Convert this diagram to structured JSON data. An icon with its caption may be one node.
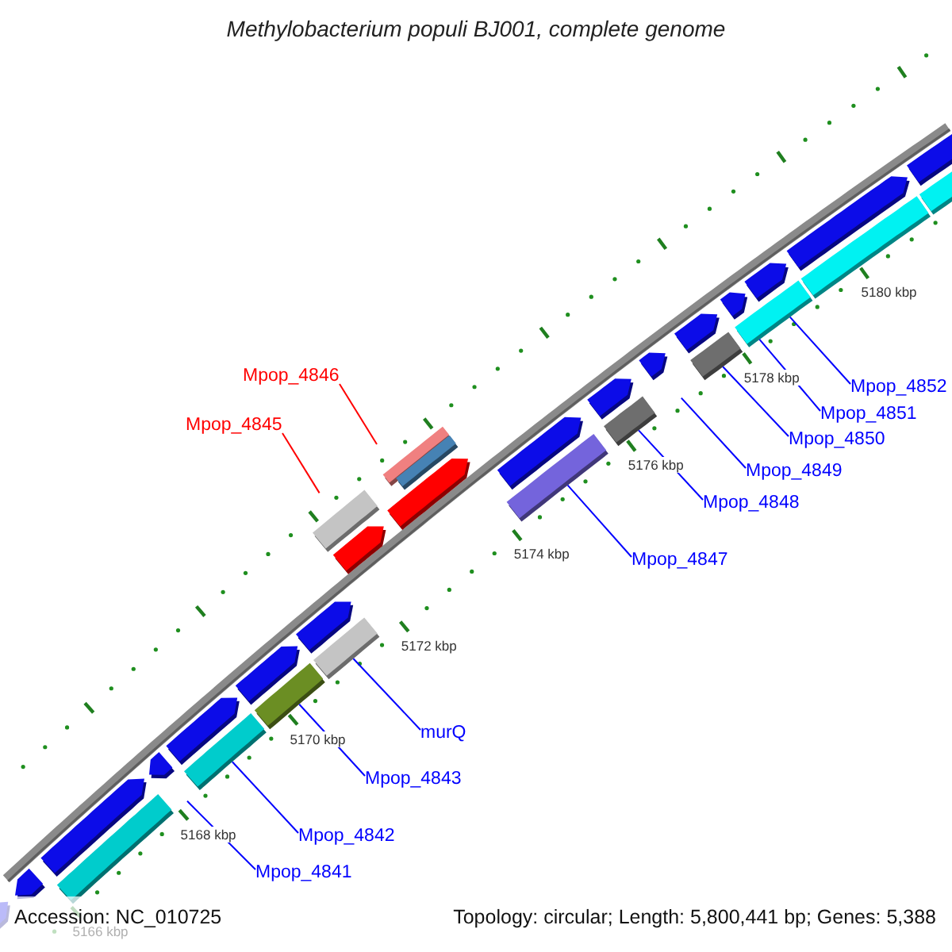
{
  "diagram": {
    "title": "Methylobacterium populi BJ001, complete genome",
    "nodes": [
      {
        "text": [
          "Mpop_4846"
        ]
      },
      {
        "text": [
          "Mpop_4852"
        ]
      },
      {
        "text": [
          "Mpop_4851"
        ]
      },
      {
        "text": [
          "Mpop_4845"
        ]
      },
      {
        "text": [
          "Mpop_4850"
        ]
      },
      {
        "text": [
          "Mpop_4849"
        ]
      },
      {
        "text": [
          "Mpop_4848"
        ]
      },
      {
        "text": [
          "Mpop_4847"
        ]
      },
      {
        "text": [
          "murQ"
        ]
      },
      {
        "text": [
          "Mpop_4843"
        ]
      },
      {
        "text": [
          "Mpop_4842"
        ]
      },
      {
        "text": [
          "Mpop_4841"
        ]
      }
    ],
    "edges": [
      {
        "from": 0,
        "to": null,
        "arrow": "none",
        "color": "#ff0000"
      },
      {
        "from": 1,
        "to": null,
        "arrow": "none"
      },
      {
        "from": 2,
        "to": null,
        "arrow": "none"
      },
      {
        "from": 3,
        "to": null,
        "arrow": "none",
        "color": "#ff0000"
      },
      {
        "from": 4,
        "to": null,
        "arrow": "none"
      },
      {
        "from": 5,
        "to": null,
        "arrow": "none"
      },
      {
        "from": 6,
        "to": null,
        "arrow": "none"
      },
      {
        "from": 7,
        "to": null,
        "arrow": "none"
      },
      {
        "from": 8,
        "to": null,
        "arrow": "none"
      },
      {
        "from": 9,
        "to": null,
        "arrow": "none"
      },
      {
        "from": 10,
        "to": null,
        "arrow": "none"
      },
      {
        "from": 11,
        "to": null,
        "arrow": "none"
      }
    ],
    "labels": [
      "5180 kbp",
      "5178 kbp",
      "5176 kbp",
      "5174 kbp",
      "5172 kbp",
      "5170 kbp",
      "5168 kbp",
      "Accession: NC_010725",
      "Topology: circular; Length: 5,800,441 bp; Genes: 5,388",
      "5166 kbp"
    ]
  }
}
